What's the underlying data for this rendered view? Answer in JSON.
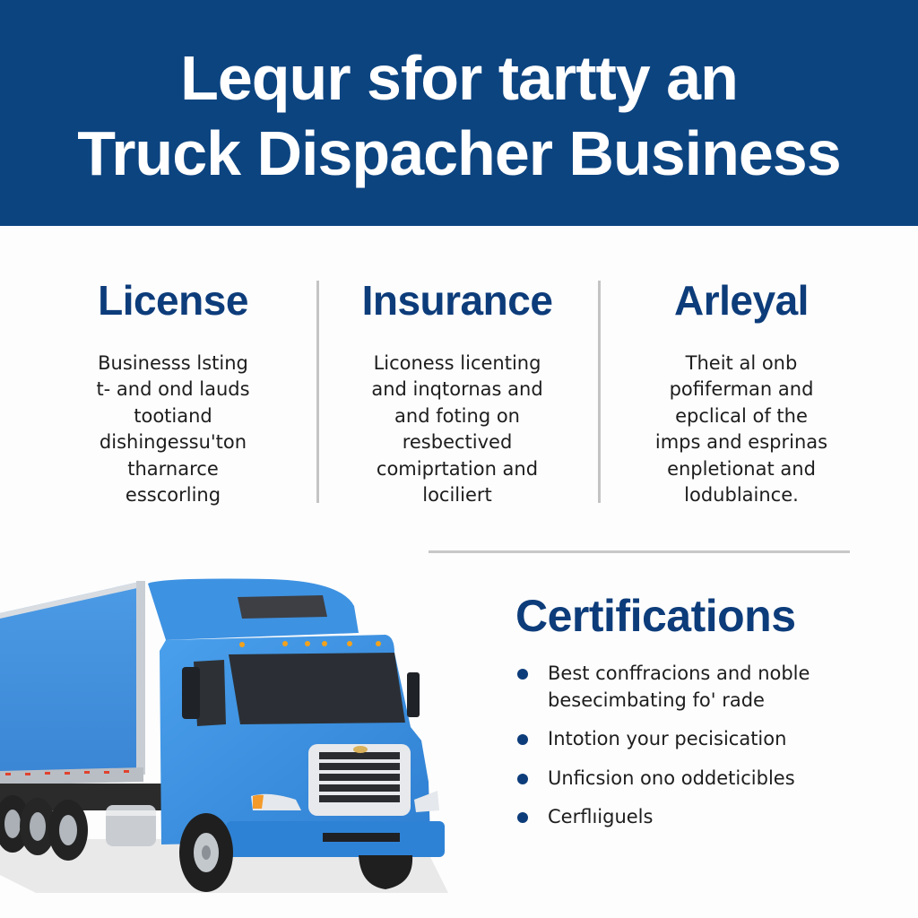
{
  "header": {
    "title_line1": "Lequr sfor tartty an",
    "title_line2": "Truck Dispacher Business",
    "background_color": "#0c4480"
  },
  "columns": [
    {
      "title": "License",
      "lines": [
        "Businesss lsting",
        "t- and ond lauds",
        "tootiand",
        "dishingessu'ton",
        "tharnarce",
        "esscorling"
      ]
    },
    {
      "title": "Insurance",
      "lines": [
        "Liconess licenting",
        "and inqtornas and",
        "and foting on",
        "resbectived",
        "comiprtation and",
        "lociliert"
      ]
    },
    {
      "title": "Arleyal",
      "lines": [
        "Theit al onb",
        "pofiferman and",
        "epclical of the",
        "imps and esprinas",
        "enpletionat and",
        "lodublaince."
      ]
    }
  ],
  "certifications": {
    "title": "Certifications",
    "items": [
      {
        "lines": [
          "Best conffracions and noble",
          "besecimbating fo' rade"
        ]
      },
      {
        "lines": [
          "Intotion your pecisication"
        ]
      },
      {
        "lines": [
          "Unficsion ono oddeticibles"
        ]
      },
      {
        "lines": [
          "Cerflıiguels"
        ]
      }
    ]
  },
  "illustration": {
    "icon": "blue-semi-truck-illustration"
  },
  "colors": {
    "accent_navy": "#0d3c7a",
    "truck_blue": "#3a8ee0",
    "divider": "#c6c6c6"
  }
}
